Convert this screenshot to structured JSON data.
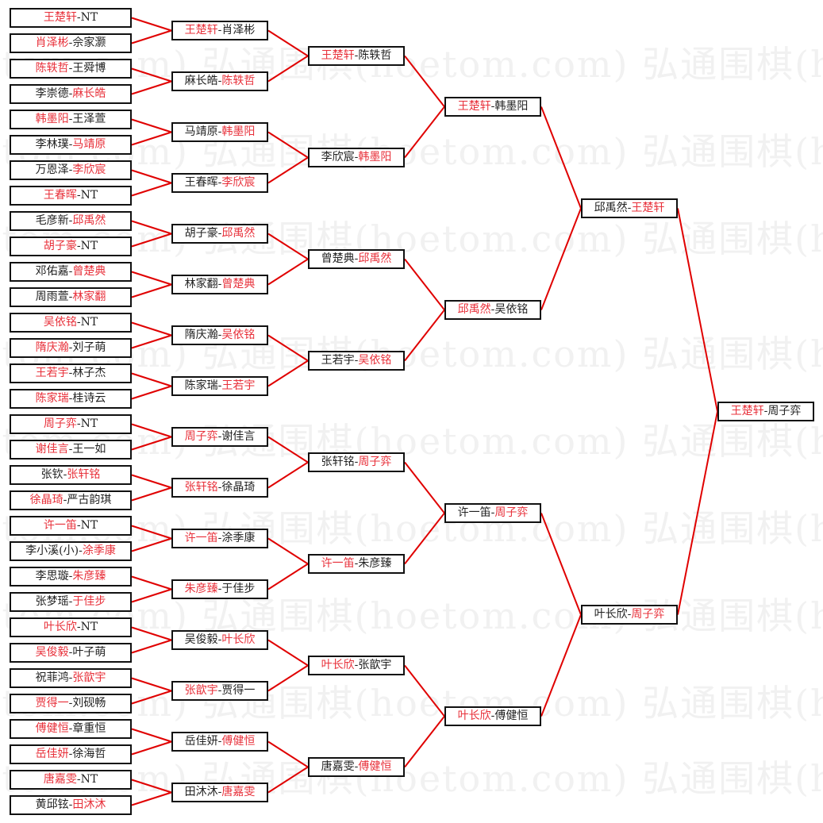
{
  "watermark": {
    "text": "弘通围棋(hoetom.com)"
  },
  "colors": {
    "winner": "#e8303a",
    "line": "#e00000",
    "text": "#222222",
    "border": "#111111"
  },
  "separator": "-",
  "rounds": [
    {
      "name": "round-1",
      "matches": [
        {
          "a": "王楚轩",
          "b": "NT",
          "winner": 0
        },
        {
          "a": "肖泽彬",
          "b": "佘家灏",
          "winner": 0
        },
        {
          "a": "陈轶哲",
          "b": "王舜博",
          "winner": 0
        },
        {
          "a": "李崇德",
          "b": "麻长皓",
          "winner": 1
        },
        {
          "a": "韩墨阳",
          "b": "王泽萱",
          "winner": 0
        },
        {
          "a": "李林璞",
          "b": "马靖原",
          "winner": 1
        },
        {
          "a": "万恩泽",
          "b": "李欣宸",
          "winner": 1
        },
        {
          "a": "王春晖",
          "b": "NT",
          "winner": 0
        },
        {
          "a": "毛彦新",
          "b": "邱禹然",
          "winner": 1
        },
        {
          "a": "胡子豪",
          "b": "NT",
          "winner": 0
        },
        {
          "a": "邓佑嘉",
          "b": "曾楚典",
          "winner": 1
        },
        {
          "a": "周雨萱",
          "b": "林家翻",
          "winner": 1
        },
        {
          "a": "吴依铭",
          "b": "NT",
          "winner": 0
        },
        {
          "a": "隋庆瀚",
          "b": "刘子萌",
          "winner": 0
        },
        {
          "a": "王若宇",
          "b": "林子杰",
          "winner": 0
        },
        {
          "a": "陈家瑞",
          "b": "桂诗云",
          "winner": 0
        },
        {
          "a": "周子弈",
          "b": "NT",
          "winner": 0
        },
        {
          "a": "谢佳言",
          "b": "王一如",
          "winner": 0
        },
        {
          "a": "张钦",
          "b": "张轩铭",
          "winner": 1
        },
        {
          "a": "徐晶琦",
          "b": "严古韵琪",
          "winner": 0
        },
        {
          "a": "许一笛",
          "b": "NT",
          "winner": 0
        },
        {
          "a": "李小溪(小)",
          "b": "涂季康",
          "winner": 1
        },
        {
          "a": "李思璇",
          "b": "朱彦臻",
          "winner": 1
        },
        {
          "a": "张梦瑶",
          "b": "于佳步",
          "winner": 1
        },
        {
          "a": "叶长欣",
          "b": "NT",
          "winner": 0
        },
        {
          "a": "吴俊毅",
          "b": "叶子萌",
          "winner": 0
        },
        {
          "a": "祝菲鸿",
          "b": "张歆宇",
          "winner": 1
        },
        {
          "a": "贾得一",
          "b": "刘砚畅",
          "winner": 0
        },
        {
          "a": "傅健恒",
          "b": "章重恒",
          "winner": 0
        },
        {
          "a": "岳佳妍",
          "b": "徐海哲",
          "winner": 0
        },
        {
          "a": "唐嘉雯",
          "b": "NT",
          "winner": 0
        },
        {
          "a": "黄邱铉",
          "b": "田沐沐",
          "winner": 1
        }
      ]
    },
    {
      "name": "round-2",
      "matches": [
        {
          "a": "王楚轩",
          "b": "肖泽彬",
          "winner": 0
        },
        {
          "a": "麻长皓",
          "b": "陈轶哲",
          "winner": 1
        },
        {
          "a": "马靖原",
          "b": "韩墨阳",
          "winner": 1
        },
        {
          "a": "王春晖",
          "b": "李欣宸",
          "winner": 1
        },
        {
          "a": "胡子豪",
          "b": "邱禹然",
          "winner": 1
        },
        {
          "a": "林家翻",
          "b": "曾楚典",
          "winner": 1
        },
        {
          "a": "隋庆瀚",
          "b": "吴依铭",
          "winner": 1
        },
        {
          "a": "陈家瑞",
          "b": "王若宇",
          "winner": 1
        },
        {
          "a": "周子弈",
          "b": "谢佳言",
          "winner": 0
        },
        {
          "a": "张轩铭",
          "b": "徐晶琦",
          "winner": 0
        },
        {
          "a": "许一笛",
          "b": "涂季康",
          "winner": 0
        },
        {
          "a": "朱彦臻",
          "b": "于佳步",
          "winner": 0
        },
        {
          "a": "吴俊毅",
          "b": "叶长欣",
          "winner": 1
        },
        {
          "a": "张歆宇",
          "b": "贾得一",
          "winner": 0
        },
        {
          "a": "岳佳妍",
          "b": "傅健恒",
          "winner": 1
        },
        {
          "a": "田沐沐",
          "b": "唐嘉雯",
          "winner": 1
        }
      ]
    },
    {
      "name": "round-3",
      "matches": [
        {
          "a": "王楚轩",
          "b": "陈轶哲",
          "winner": 0
        },
        {
          "a": "李欣宸",
          "b": "韩墨阳",
          "winner": 1
        },
        {
          "a": "曾楚典",
          "b": "邱禹然",
          "winner": 1
        },
        {
          "a": "王若宇",
          "b": "吴依铭",
          "winner": 1
        },
        {
          "a": "张轩铭",
          "b": "周子弈",
          "winner": 1
        },
        {
          "a": "许一笛",
          "b": "朱彦臻",
          "winner": 0
        },
        {
          "a": "叶长欣",
          "b": "张歆宇",
          "winner": 0
        },
        {
          "a": "唐嘉雯",
          "b": "傅健恒",
          "winner": 1
        }
      ]
    },
    {
      "name": "round-4",
      "matches": [
        {
          "a": "王楚轩",
          "b": "韩墨阳",
          "winner": 0
        },
        {
          "a": "邱禹然",
          "b": "吴依铭",
          "winner": 0
        },
        {
          "a": "许一笛",
          "b": "周子弈",
          "winner": 1
        },
        {
          "a": "叶长欣",
          "b": "傅健恒",
          "winner": 0
        }
      ]
    },
    {
      "name": "round-5",
      "matches": [
        {
          "a": "邱禹然",
          "b": "王楚轩",
          "winner": 1
        },
        {
          "a": "叶长欣",
          "b": "周子弈",
          "winner": 1
        }
      ]
    },
    {
      "name": "final",
      "matches": [
        {
          "a": "王楚轩",
          "b": "周子弈",
          "winner": 0
        }
      ]
    }
  ]
}
